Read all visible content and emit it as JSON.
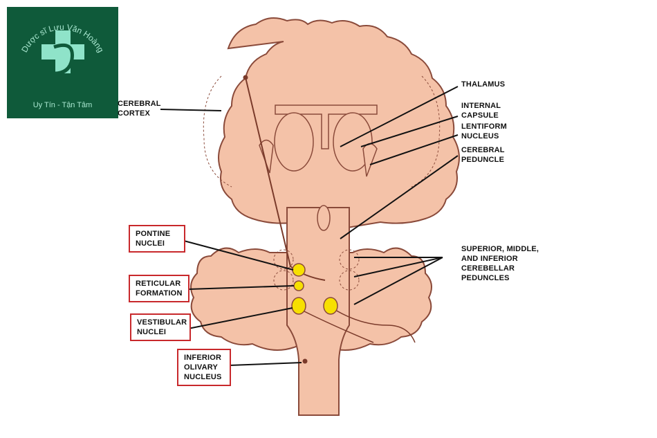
{
  "logo": {
    "brand": "Dược sĩ Lưu Văn Hoàng",
    "tagline": "Uy Tín - Tận Tâm",
    "background": "#0f5a3a",
    "accent": "#8fe3c9",
    "icon": "medical-cross-icon"
  },
  "colors": {
    "tissue": "#f4c2a8",
    "outline": "#8a4a3a",
    "pathway": "#7a3a2a",
    "nucleus": "#f7e000",
    "box_border": "#c8282b",
    "leader": "#111111"
  },
  "labels": {
    "cerebral_cortex": "CEREBRAL\nCORTEX",
    "thalamus": "THALAMUS",
    "internal_capsule": "INTERNAL\nCAPSULE",
    "lentiform_nucleus": "LENTIFORM\nNUCLEUS",
    "cerebral_peduncle": "CEREBRAL\nPEDUNCLE",
    "cerebellar_peduncles": "SUPERIOR, MIDDLE,\nAND INFERIOR\nCEREBELLAR\nPEDUNCLES",
    "pontine_nuclei": "PONTINE\nNUCLEI",
    "reticular_formation": "RETICULAR\nFORMATION",
    "vestibular_nuclei": "VESTIBULAR\nNUCLEI",
    "inferior_olivary_nucleus": "INFERIOR\nOLIVARY\nNUCLEUS"
  }
}
